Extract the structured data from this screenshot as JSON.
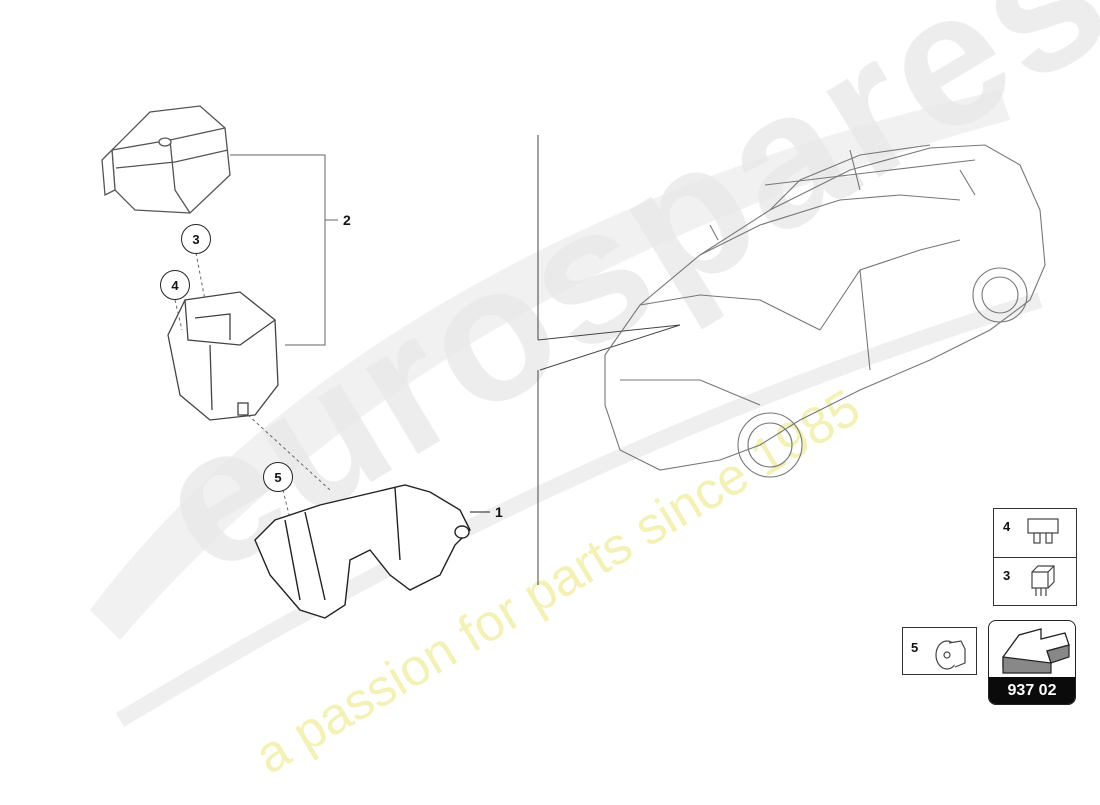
{
  "diagram": {
    "parts": [
      {
        "ref": "1",
        "label": "1"
      },
      {
        "ref": "2",
        "label": "2"
      }
    ],
    "callouts": [
      {
        "ref": "3",
        "label": "3"
      },
      {
        "ref": "4",
        "label": "4"
      },
      {
        "ref": "5",
        "label": "5"
      }
    ],
    "legend": {
      "items": [
        {
          "number": "4",
          "icon": "blade-fuse-icon"
        },
        {
          "number": "3",
          "icon": "relay-icon"
        }
      ],
      "single_item": {
        "number": "5",
        "icon": "clip-nut-icon"
      }
    },
    "nav_badge": {
      "code": "937 02",
      "icon": "arrow-navigation-icon"
    }
  },
  "watermark": {
    "brand": "eurospares",
    "tagline": "a passion for parts since 1985",
    "colors": {
      "brand": "#e6e6e6",
      "tagline": "#f3f0b0"
    }
  }
}
